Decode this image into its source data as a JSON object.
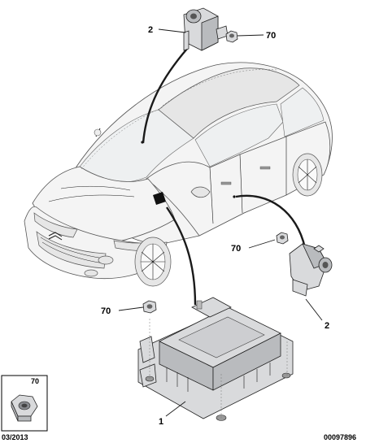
{
  "labels": {
    "sensor_top_ref": "2",
    "nut_top_ref": "70",
    "nut_mid_ref": "70",
    "sensor_right_ref": "2",
    "nut_ecu_ref": "70",
    "ecu_ref": "1",
    "inset_ref": "70"
  },
  "footer": {
    "date": "03/2013",
    "drawing_id": "00097896"
  },
  "icons": [
    "impact-sensor-icon",
    "hex-nut-icon",
    "airbag-ecu-icon",
    "car-outline-icon"
  ]
}
